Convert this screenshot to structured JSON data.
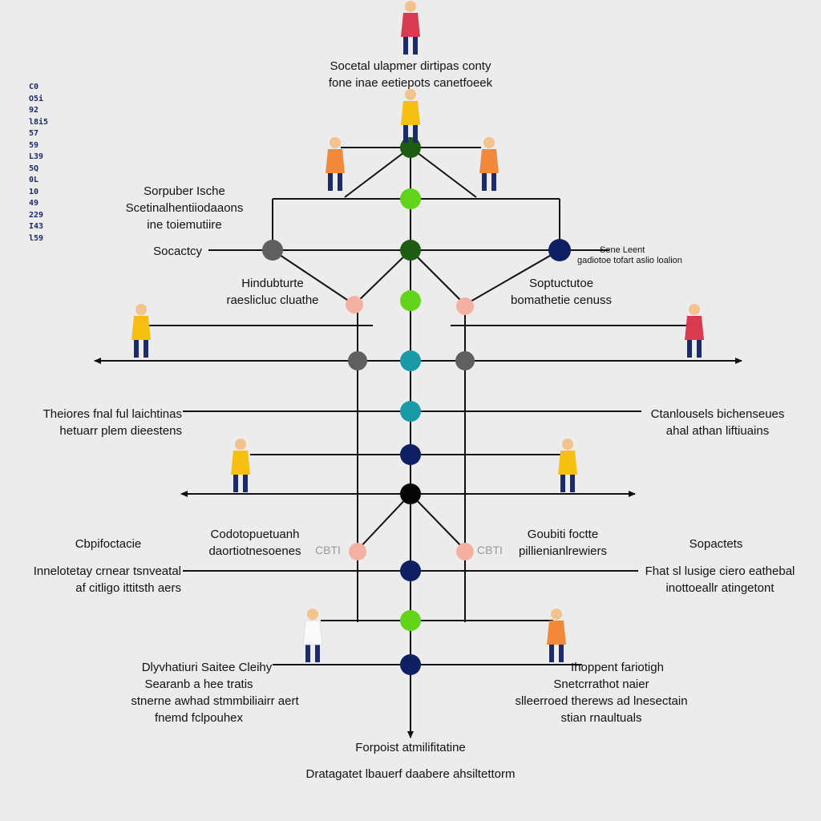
{
  "title": {
    "line1": "Socetal ulapmer dirtipas conty",
    "line2": "fone inae eetiepots canetfoeek"
  },
  "side_numbers": [
    "C0",
    "O5i",
    "92",
    "l8i5",
    "57",
    "59",
    "L39",
    "5Q",
    "0L",
    "10",
    "49",
    "229",
    "I43",
    "l59"
  ],
  "labels": {
    "top_left_block": {
      "l1": "Sorpuber Ische",
      "l2": "Scetinalhentiiodaaons",
      "l3": "ine toiemutiire"
    },
    "socactcy": "Socactcy",
    "right_small": {
      "l1": "Sene Leent",
      "l2": "gadiotoe tofart aslio loalion"
    },
    "hindubuture": {
      "l1": "Hindubturte",
      "l2": "raeslicluc cluathe"
    },
    "soptuctute": {
      "l1": "Soptuctutoe",
      "l2": "bomathetie cenuss"
    },
    "theiores": {
      "l1": "Theiores fnal ful laichtinas",
      "l2": "hetuarr plem dieestens"
    },
    "ctanlousels": {
      "l1": "Ctanlousels bichenseues",
      "l2": "ahal athan liftiuains"
    },
    "cbpifoctacie": "Cbpifoctacie",
    "sopactets": "Sopactets",
    "codotopuet": {
      "l1": "Codotopuetuanh",
      "l2": "daortiotnesoenes"
    },
    "goubiti": {
      "l1": "Goubiti foctte",
      "l2": "pillienianlrewiers"
    },
    "cbti_left": "CBTI",
    "cbti_right": "CBTI",
    "innelotetay": {
      "l1": "Innelotetay crnear tsnveatal",
      "l2": "af citligo ittitsth aers"
    },
    "fnat": {
      "l1": "Fhat sl lusige ciero eathebal",
      "l2": "inottoeallr atingetont"
    },
    "dlyvhatiuri": {
      "l1": "Dlyvhatiuri Saitee Cleihy",
      "l2": "Searanb a hee tratis",
      "l3": "stnerne awhad stmmbiliairr aert",
      "l4": "fnemd fclpouhex"
    },
    "ihoppent": {
      "l1": "Ihoppent fariotigh",
      "l2": "Snetcrrathot naier",
      "l3": "slleerroed therews ad lnesectain",
      "l4": "stian rnaultuals"
    },
    "forpoist": "Forpoist atmilifitatine",
    "dratagatet": "Dratagatet lbauerf daabere ahsiltettorm"
  },
  "colors": {
    "line": "#111111",
    "dark_green": "#1e5c12",
    "lime": "#62d41a",
    "teal": "#1a9aa6",
    "navy": "#0f1f63",
    "gray": "#5f5f5f",
    "salmon": "#f4b0a0",
    "black": "#050505",
    "person_red": "#d83a4f",
    "person_yellow": "#f5c010",
    "person_orange": "#f2893a",
    "person_white": "#fafafa",
    "person_leg": "#1c2b6e",
    "skin": "#f3c38f"
  }
}
